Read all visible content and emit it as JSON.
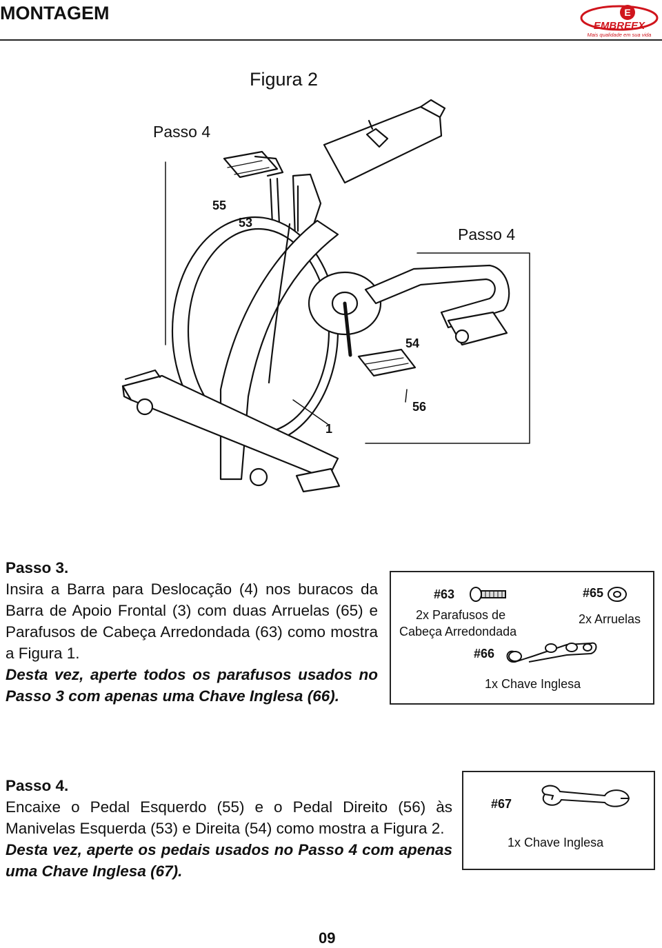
{
  "header": {
    "title": "MONTAGEM",
    "brand": "EMBREEX",
    "tagline": "Mais qualidade em sua vida",
    "brand_color": "#d0141c"
  },
  "figure": {
    "title": "Figura 2",
    "step_label_left": "Passo 4",
    "step_label_right": "Passo 4",
    "part_labels": [
      "55",
      "53",
      "54",
      "56",
      "1"
    ]
  },
  "step3": {
    "heading": "Passo 3.",
    "body": "Insira a Barra para Deslocação (4) nos buracos da Barra de Apoio Frontal (3) com duas Arruelas (65) e Parafusos de Cabeça Arredondada (63) como mostra a Figura 1.",
    "emphasis": "Desta vez, aperte todos os parafusos usados no Passo 3 com apenas uma Chave Inglesa (66)."
  },
  "parts_box_1": {
    "bolt_code": "#63",
    "bolt_caption_line1": "2x Parafusos de",
    "bolt_caption_line2": "Cabeça Arredondada",
    "washer_code": "#65",
    "washer_caption": "2x Arruelas",
    "wrench_code": "#66",
    "wrench_caption": "1x Chave Inglesa"
  },
  "step4": {
    "heading": "Passo 4.",
    "body": "Encaixe o Pedal Esquerdo (55) e o Pedal Direito (56) às Manivelas Esquerda (53) e Direita (54) como mostra a Figura 2.",
    "emphasis": "Desta vez, aperte os pedais usados no Passo 4 com apenas uma Chave Inglesa (67)."
  },
  "parts_box_2": {
    "wrench_code": "#67",
    "wrench_caption": "1x Chave Inglesa"
  },
  "page_number": "09"
}
